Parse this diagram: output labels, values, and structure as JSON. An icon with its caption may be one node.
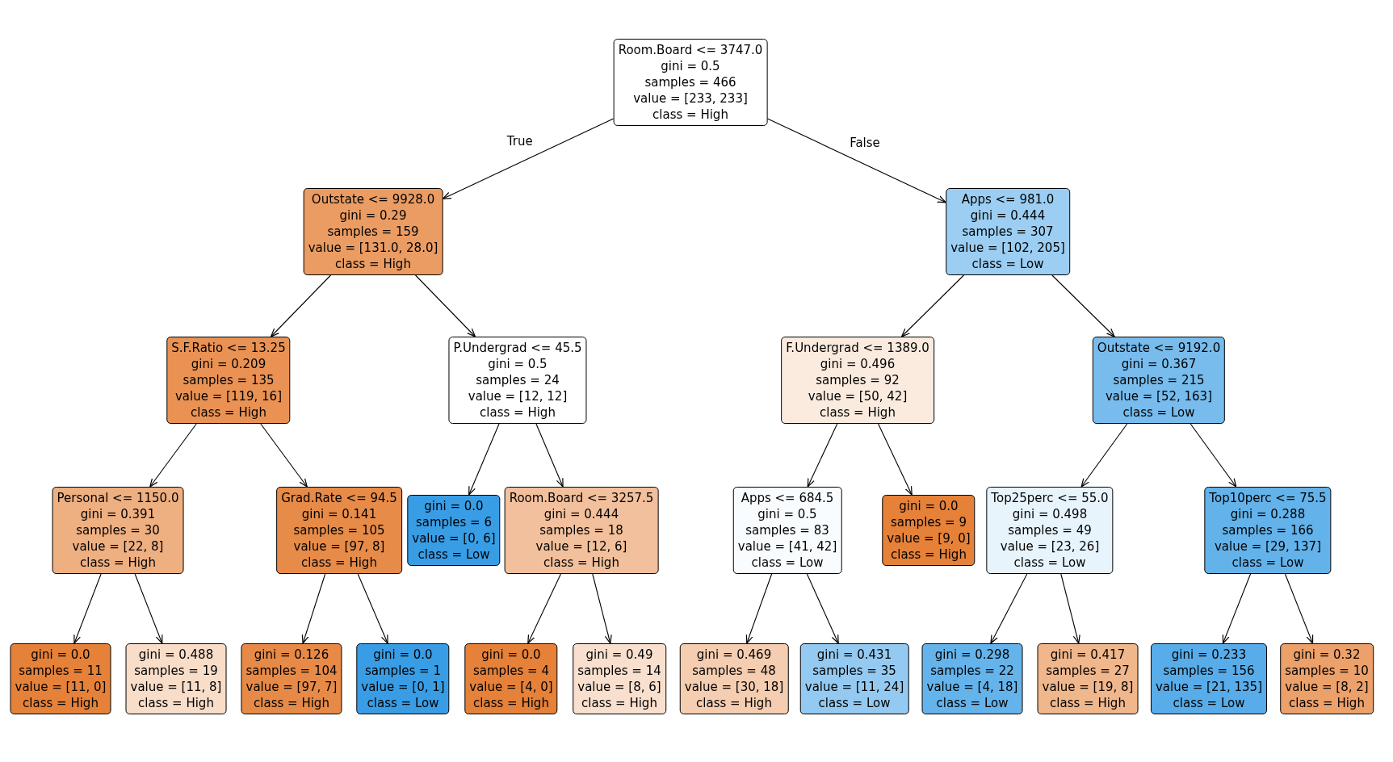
{
  "diagram": {
    "nodes": [
      {
        "text": [
          "Room.Board <= 3747.0",
          "gini = 0.5",
          "samples = 466",
          "value = [233, 233]",
          "class = High"
        ]
      },
      {
        "text": [
          "Outstate <= 9928.0",
          "gini = 0.29",
          "samples = 159",
          "value = [131.0, 28.0]",
          "class = High"
        ]
      },
      {
        "text": [
          "Apps <= 981.0",
          "gini = 0.444",
          "samples = 307",
          "value = [102, 205]",
          "class = Low"
        ]
      },
      {
        "text": [
          "S.F.Ratio <= 13.25",
          "gini = 0.209",
          "samples = 135",
          "value = [119, 16]",
          "class = High"
        ]
      },
      {
        "text": [
          "P.Undergrad <= 45.5",
          "gini = 0.5",
          "samples = 24",
          "value = [12, 12]",
          "class = High"
        ]
      },
      {
        "text": [
          "F.Undergrad <= 1389.0",
          "gini = 0.496",
          "samples = 92",
          "value = [50, 42]",
          "class = High"
        ]
      },
      {
        "text": [
          "Outstate <= 9192.0",
          "gini = 0.367",
          "samples = 215",
          "value = [52, 163]",
          "class = Low"
        ]
      },
      {
        "text": [
          "Personal <= 1150.0",
          "gini = 0.391",
          "samples = 30",
          "value = [22, 8]",
          "class = High"
        ]
      },
      {
        "text": [
          "Grad.Rate <= 94.5",
          "gini = 0.141",
          "samples = 105",
          "value = [97, 8]",
          "class = High"
        ]
      },
      {
        "text": [
          "gini = 0.0",
          "samples = 6",
          "value = [0, 6]",
          "class = Low"
        ]
      },
      {
        "text": [
          "Room.Board <= 3257.5",
          "gini = 0.444",
          "samples = 18",
          "value = [12, 6]",
          "class = High"
        ]
      },
      {
        "text": [
          "Apps <= 684.5",
          "gini = 0.5",
          "samples = 83",
          "value = [41, 42]",
          "class = Low"
        ]
      },
      {
        "text": [
          "gini = 0.0",
          "samples = 9",
          "value = [9, 0]",
          "class = High"
        ]
      },
      {
        "text": [
          "Top25perc <= 55.0",
          "gini = 0.498",
          "samples = 49",
          "value = [23, 26]",
          "class = Low"
        ]
      },
      {
        "text": [
          "Top10perc <= 75.5",
          "gini = 0.288",
          "samples = 166",
          "value = [29, 137]",
          "class = Low"
        ]
      },
      {
        "text": [
          "gini = 0.0",
          "samples = 11",
          "value = [11, 0]",
          "class = High"
        ]
      },
      {
        "text": [
          "gini = 0.488",
          "samples = 19",
          "value = [11, 8]",
          "class = High"
        ]
      },
      {
        "text": [
          "gini = 0.126",
          "samples = 104",
          "value = [97, 7]",
          "class = High"
        ]
      },
      {
        "text": [
          "gini = 0.0",
          "samples = 1",
          "value = [0, 1]",
          "class = Low"
        ]
      },
      {
        "text": [
          "gini = 0.0",
          "samples = 4",
          "value = [4, 0]",
          "class = High"
        ]
      },
      {
        "text": [
          "gini = 0.49",
          "samples = 14",
          "value = [8, 6]",
          "class = High"
        ]
      },
      {
        "text": [
          "gini = 0.469",
          "samples = 48",
          "value = [30, 18]",
          "class = High"
        ]
      },
      {
        "text": [
          "gini = 0.431",
          "samples = 35",
          "value = [11, 24]",
          "class = Low"
        ]
      },
      {
        "text": [
          "gini = 0.298",
          "samples = 22",
          "value = [4, 18]",
          "class = Low"
        ]
      },
      {
        "text": [
          "gini = 0.417",
          "samples = 27",
          "value = [19, 8]",
          "class = High"
        ]
      },
      {
        "text": [
          "gini = 0.233",
          "samples = 156",
          "value = [21, 135]",
          "class = Low"
        ]
      },
      {
        "text": [
          "gini = 0.32",
          "samples = 10",
          "value = [8, 2]",
          "class = High"
        ]
      }
    ],
    "edges": [
      {
        "from": 0,
        "to": 1,
        "arrow": "to",
        "label": "True"
      },
      {
        "from": 0,
        "to": 2,
        "arrow": "to",
        "label": "False"
      },
      {
        "from": 1,
        "to": 3,
        "arrow": "to"
      },
      {
        "from": 1,
        "to": 4,
        "arrow": "to"
      },
      {
        "from": 2,
        "to": 5,
        "arrow": "to"
      },
      {
        "from": 2,
        "to": 6,
        "arrow": "to"
      },
      {
        "from": 3,
        "to": 7,
        "arrow": "to"
      },
      {
        "from": 3,
        "to": 8,
        "arrow": "to"
      },
      {
        "from": 4,
        "to": 9,
        "arrow": "to"
      },
      {
        "from": 4,
        "to": 10,
        "arrow": "to"
      },
      {
        "from": 5,
        "to": 11,
        "arrow": "to"
      },
      {
        "from": 5,
        "to": 12,
        "arrow": "to"
      },
      {
        "from": 6,
        "to": 13,
        "arrow": "to"
      },
      {
        "from": 6,
        "to": 14,
        "arrow": "to"
      },
      {
        "from": 7,
        "to": 15,
        "arrow": "to"
      },
      {
        "from": 7,
        "to": 16,
        "arrow": "to"
      },
      {
        "from": 8,
        "to": 17,
        "arrow": "to"
      },
      {
        "from": 8,
        "to": 18,
        "arrow": "to"
      },
      {
        "from": 10,
        "to": 19,
        "arrow": "to"
      },
      {
        "from": 10,
        "to": 20,
        "arrow": "to"
      },
      {
        "from": 11,
        "to": 21,
        "arrow": "to"
      },
      {
        "from": 11,
        "to": 22,
        "arrow": "to"
      },
      {
        "from": 13,
        "to": 23,
        "arrow": "to"
      },
      {
        "from": 13,
        "to": 24,
        "arrow": "to"
      },
      {
        "from": 14,
        "to": 25,
        "arrow": "to"
      },
      {
        "from": 14,
        "to": 26,
        "arrow": "to"
      }
    ]
  }
}
